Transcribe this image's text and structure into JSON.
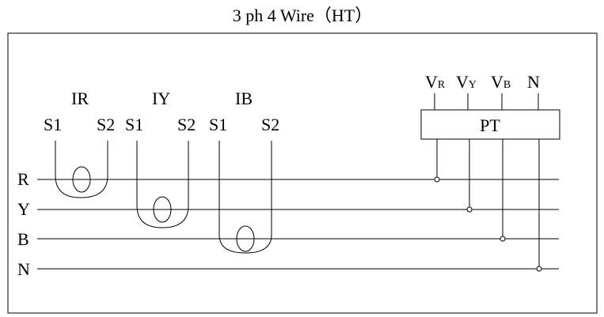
{
  "title": "3 ph 4 Wire（HT）",
  "lines": {
    "r": "R",
    "y": "Y",
    "b": "B",
    "n": "N"
  },
  "ct": [
    {
      "name": "IR",
      "s1": "S1",
      "s2": "S2"
    },
    {
      "name": "IY",
      "s1": "S1",
      "s2": "S2"
    },
    {
      "name": "IB",
      "s1": "S1",
      "s2": "S2"
    }
  ],
  "pt": {
    "label": "PT",
    "terminals": [
      {
        "main": "V",
        "sub": "R"
      },
      {
        "main": "V",
        "sub": "Y"
      },
      {
        "main": "V",
        "sub": "B"
      },
      {
        "main": "N",
        "sub": ""
      }
    ]
  }
}
